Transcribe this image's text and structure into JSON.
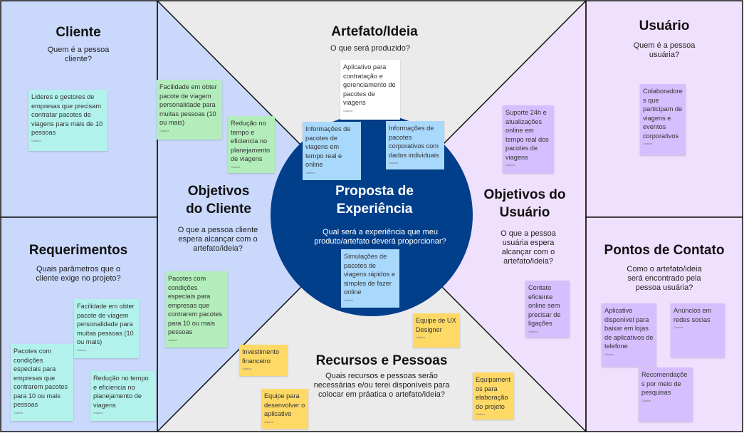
{
  "colors": {
    "client": "#c9d8fb",
    "user": "#efe0fe",
    "middle": "#ebebeb",
    "circle": "#023f8b",
    "border": "#111111"
  },
  "sections": {
    "cliente": {
      "title": "Cliente",
      "question": "Quem é a pessoa cliente?"
    },
    "artefato": {
      "title": "Artefato/Ideia",
      "question": "O que será produzido?"
    },
    "usuario": {
      "title": "Usuário",
      "question": "Quem é a pessoa usuária?"
    },
    "objetivos_cliente": {
      "title": "Objetivos do Cliente",
      "question": "O que a pessoa cliente espera alcançar com o artefato/ideia?"
    },
    "proposta": {
      "title": "Proposta de Experiência",
      "question": "Qual será a experiência que meu produto/artefato deverá proporcionar?"
    },
    "objetivos_usuario": {
      "title": "Objetivos do Usuário",
      "question": "O que a pessoa usuária espera alcançar com o artefato/ideia?"
    },
    "requerimentos": {
      "title": "Requerimentos",
      "question": "Quais parâmetros que o cliente exige no projeto?"
    },
    "pontos": {
      "title": "Pontos de Contato",
      "question": "Como o artefato/ideia será encontrado pela pessoa usuária?"
    },
    "recursos": {
      "title": "Recursos e Pessoas",
      "question": "Quais recursos e pessoas serão necessárias e/ou terei disponíveis para colocar em práatica o artefato/ideia?"
    }
  },
  "notes": [
    {
      "text": "Lideres e gestores de empresas que precisam contratar pacotes de viagens para mais de 10 pessoas",
      "author": "Catarina",
      "color": "teal"
    },
    {
      "text": "Facilidade em obter pacote de viagem personalidade para muitas pessoas (10 ou mais)",
      "author": "Catarina",
      "color": "green"
    },
    {
      "text": "Redução no tempo e eficiencia no planejamento de viagens",
      "author": "Catarina",
      "color": "green"
    },
    {
      "text": "Pacotes com condições especiais para empresas que contrarem pacotes para 10 ou mais pessoas",
      "author": "Catarina",
      "color": "green"
    },
    {
      "text": "Aplicativo para contratação e gerenciamento de pacotes de viagens",
      "author": "Catarina",
      "color": "white"
    },
    {
      "text": "Informações de pacotes de viagens em tempo real e online",
      "author": "Catarina",
      "color": "blue"
    },
    {
      "text": "Informações de pacotes corporativos com dados individuais",
      "author": "Catarina",
      "color": "blue"
    },
    {
      "text": "Simulações de pacotes de viagens rápidos e simples de fazer online",
      "author": "Catarina",
      "color": "blue"
    },
    {
      "text": "Facilidade em obter pacote de viagem personalidade para muitas pessoas (10 ou mais)",
      "author": "Catarina",
      "color": "teal"
    },
    {
      "text": "Pacotes com condições especiais para empresas que contrarem pacotes para 10 ou mais pessoas",
      "author": "Catarina",
      "color": "teal"
    },
    {
      "text": "Redução no tempo e eficiencia no planejamento de viagens",
      "author": "Catarina",
      "color": "teal"
    },
    {
      "text": "Equipe de UX Designer",
      "author": "Catarina",
      "color": "yellow"
    },
    {
      "text": "Investimento financeiro",
      "author": "Catarina",
      "color": "yellow"
    },
    {
      "text": "Equipe para desenvolver o aplicativo",
      "author": "Catarina",
      "color": "yellow"
    },
    {
      "text": "Equipamentos para elaboração do projeto",
      "author": "Catarina",
      "color": "yellow"
    },
    {
      "text": "Suporte 24h e atualizações online em tempo real dos pacotes de viagens",
      "author": "Catarina",
      "color": "purple"
    },
    {
      "text": "Colaboradores que participam de viagens e eventos corporativos",
      "author": "Catarina",
      "color": "purple"
    },
    {
      "text": "Contato eficiente online sem precisar de ligações",
      "author": "Catarina",
      "color": "purple"
    },
    {
      "text": "Aplicativo disponível para baixar em lojas de aplicativos de telefone",
      "author": "Catarina",
      "color": "purple"
    },
    {
      "text": "Anúncios em redes socias",
      "author": "Catarina",
      "color": "purple"
    },
    {
      "text": "Recomendações por meio de pesquisas",
      "author": "Catarina",
      "color": "purple"
    }
  ]
}
